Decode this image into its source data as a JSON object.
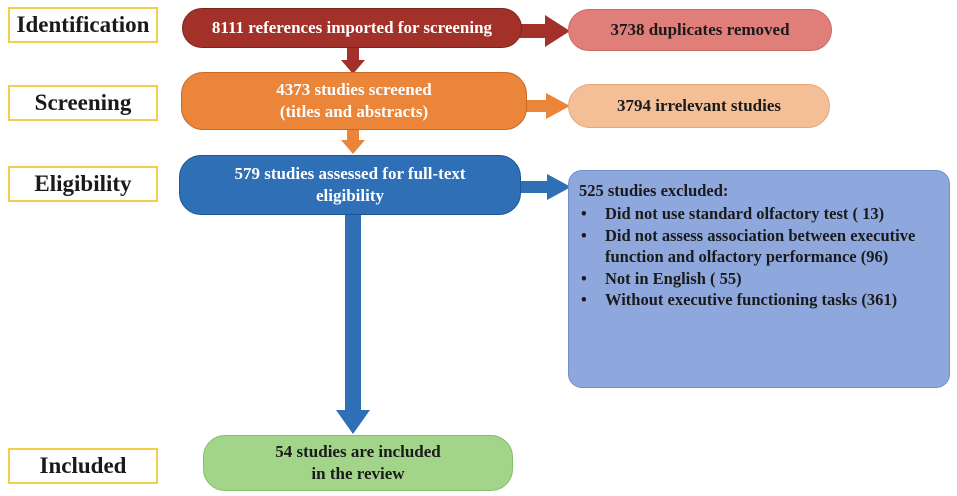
{
  "stages": {
    "identification": "Identification",
    "screening": "Screening",
    "eligibility": "Eligibility",
    "included": "Included"
  },
  "boxes": {
    "imported": {
      "text": "8111 references imported for screening",
      "color": "#a23129"
    },
    "duplicates": {
      "text": "3738 duplicates removed",
      "color": "#e07f7a"
    },
    "screened": {
      "line1": "4373 studies screened",
      "line2": "(titles and abstracts)",
      "color": "#ea853a"
    },
    "irrelevant": {
      "text": "3794 irrelevant studies",
      "color": "#f4bf96"
    },
    "assessed": {
      "line1": "579 studies assessed for full-text",
      "line2": "eligibility",
      "color": "#2e6fb6"
    },
    "excluded": {
      "heading": "525 studies excluded:",
      "reasons": [
        "Did not use standard olfactory test ( 13)",
        "Did not assess association between executive function and olfactory performance (96)",
        "Not in English ( 55)",
        "Without executive functioning tasks (361)"
      ],
      "color": "#8ea8dd"
    },
    "included": {
      "line1": "54 studies are included",
      "line2": "in the review",
      "color": "#a2d58a"
    }
  }
}
